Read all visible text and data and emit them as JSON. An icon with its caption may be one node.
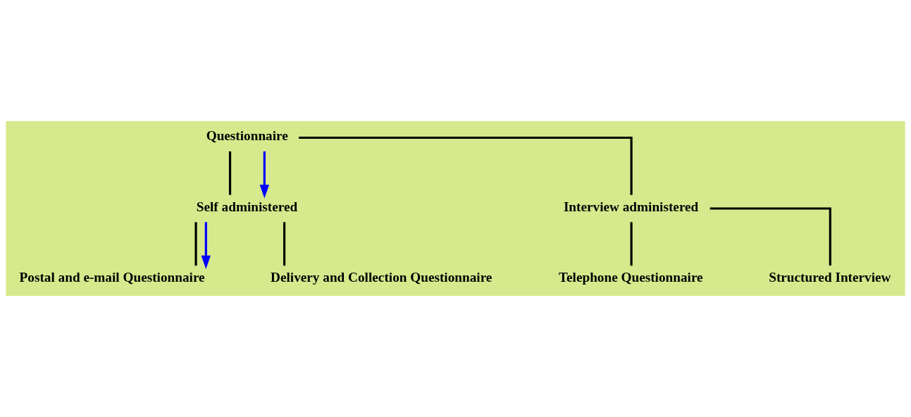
{
  "diagram": {
    "nodes": [
      {
        "text": [
          "Questionnaire"
        ]
      },
      {
        "text": [
          "Self administered"
        ]
      },
      {
        "text": [
          "Interview administered"
        ]
      },
      {
        "text": [
          "Postal and e-mail Questionnaire"
        ]
      },
      {
        "text": [
          "Delivery and Collection Questionnaire"
        ]
      },
      {
        "text": [
          "Telephone Questionnaire"
        ]
      },
      {
        "text": [
          "Structured Interview"
        ]
      }
    ],
    "edges": [
      {
        "from": 0,
        "to": 1,
        "arrow": "none"
      },
      {
        "from": 0,
        "to": 2,
        "arrow": "none"
      },
      {
        "from": 0,
        "to": 1,
        "arrow": "to",
        "color": "#0000ff"
      },
      {
        "from": 1,
        "to": 3,
        "arrow": "none"
      },
      {
        "from": 1,
        "to": 4,
        "arrow": "none"
      },
      {
        "from": 1,
        "to": 3,
        "arrow": "to",
        "color": "#0000ff"
      },
      {
        "from": 2,
        "to": 5,
        "arrow": "none"
      },
      {
        "from": 2,
        "to": 6,
        "arrow": "none"
      }
    ]
  }
}
